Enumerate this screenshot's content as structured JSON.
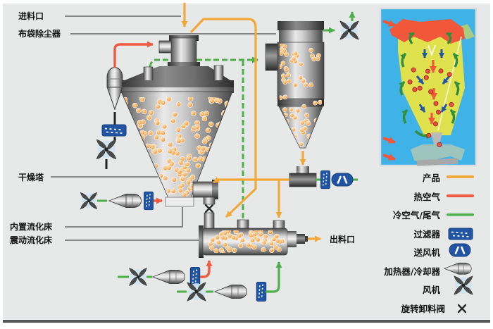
{
  "diagram": {
    "labels": {
      "feed_inlet": "进料口",
      "bag_filter": "布袋除尘器",
      "drying_tower": "干燥塔",
      "internal_fluidized_bed": "内置流化床",
      "vibrating_fluidized_bed": "震动流化床",
      "discharge_outlet": "出料口"
    }
  },
  "legend": {
    "items": [
      {
        "label": "产品",
        "swatch": "line",
        "color": "#F2A93B"
      },
      {
        "label": "热空气",
        "swatch": "line",
        "color": "#EF5B41"
      },
      {
        "label": "冷空气/尾气",
        "swatch": "line",
        "color": "#4EB04A"
      },
      {
        "label": "过滤器",
        "swatch": "icon",
        "icon": "filter-icon"
      },
      {
        "label": "送风机",
        "swatch": "icon",
        "icon": "blower-icon"
      },
      {
        "label": "加热器/冷却器",
        "swatch": "icon",
        "icon": "heater-icon"
      },
      {
        "label": "风机",
        "swatch": "icon",
        "icon": "fan-icon"
      },
      {
        "label": "旋转卸料阀",
        "swatch": "icon",
        "icon": "valve-icon"
      }
    ]
  },
  "colors": {
    "product_line": "#F2A93B",
    "hot_air_line": "#EF5B41",
    "cold_air_line": "#4EB04A",
    "device_blue": "#2155A3",
    "canvas_bg": "#E7E8E8",
    "inset_sky": "#3FB2E8",
    "inset_tower": "#DFE24D",
    "inset_hot_zone": "#F1573B"
  }
}
